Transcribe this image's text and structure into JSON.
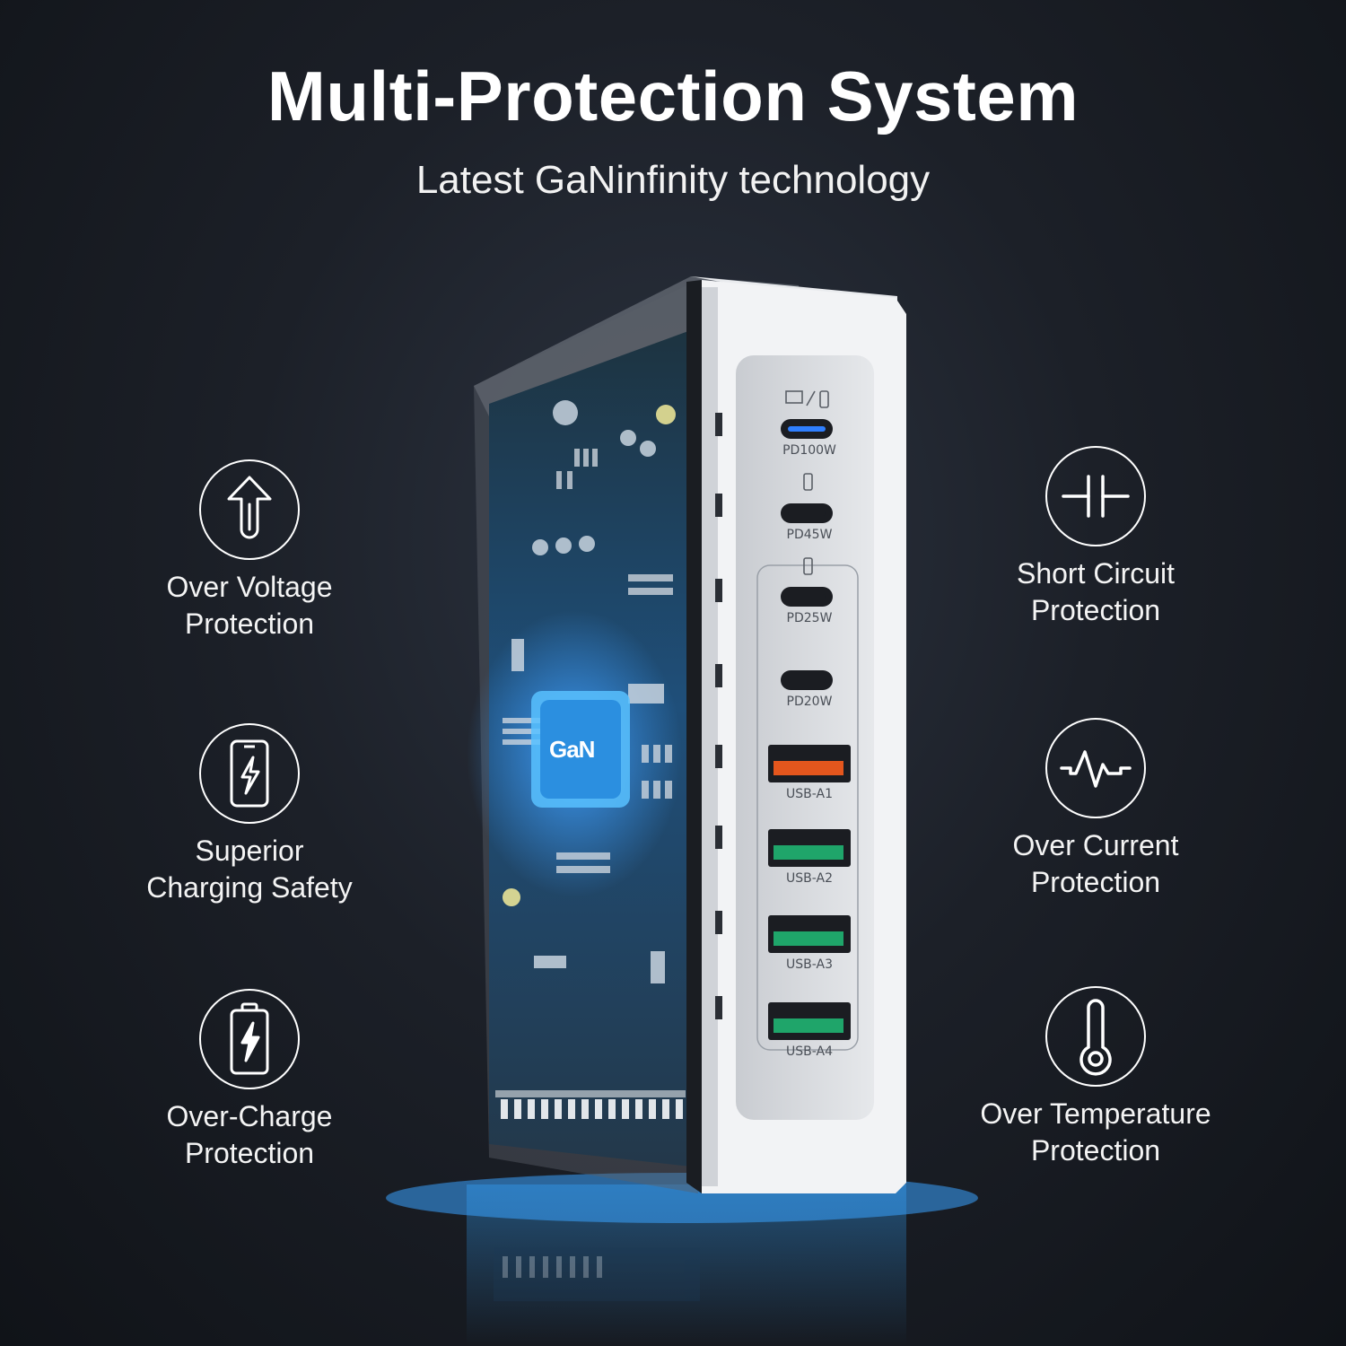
{
  "header": {
    "title": "Multi-Protection System",
    "subtitle": "Latest GaNinfinity technology"
  },
  "features": {
    "over_voltage": {
      "line1": "Over Voltage",
      "line2": "Protection",
      "icon": "arrow-up-icon"
    },
    "short_circuit": {
      "line1": "Short Circuit",
      "line2": "Protection",
      "icon": "capacitor-icon"
    },
    "superior_safety": {
      "line1": "Superior",
      "line2": "Charging Safety",
      "icon": "phone-bolt-icon"
    },
    "over_current": {
      "line1": "Over Current",
      "line2": "Protection",
      "icon": "pulse-icon"
    },
    "over_charge": {
      "line1": "Over-Charge",
      "line2": "Protection",
      "icon": "battery-bolt-icon"
    },
    "over_temperature": {
      "line1": "Over Temperature",
      "line2": "Protection",
      "icon": "thermometer-icon"
    }
  },
  "device": {
    "chip_label": "GaN",
    "ports": [
      {
        "label": "PD100W",
        "type": "usb-c",
        "color": "#2f7fff"
      },
      {
        "label": "PD45W",
        "type": "usb-c",
        "color": "#1b1d22"
      },
      {
        "label": "PD25W",
        "type": "usb-c",
        "color": "#1b1d22"
      },
      {
        "label": "PD20W",
        "type": "usb-c",
        "color": "#1b1d22"
      },
      {
        "label": "USB-A1",
        "type": "usb-a",
        "color": "#e4561d"
      },
      {
        "label": "USB-A2",
        "type": "usb-a",
        "color": "#1fa56a"
      },
      {
        "label": "USB-A3",
        "type": "usb-a",
        "color": "#1fa56a"
      },
      {
        "label": "USB-A4",
        "type": "usb-a",
        "color": "#1fa56a"
      }
    ]
  }
}
